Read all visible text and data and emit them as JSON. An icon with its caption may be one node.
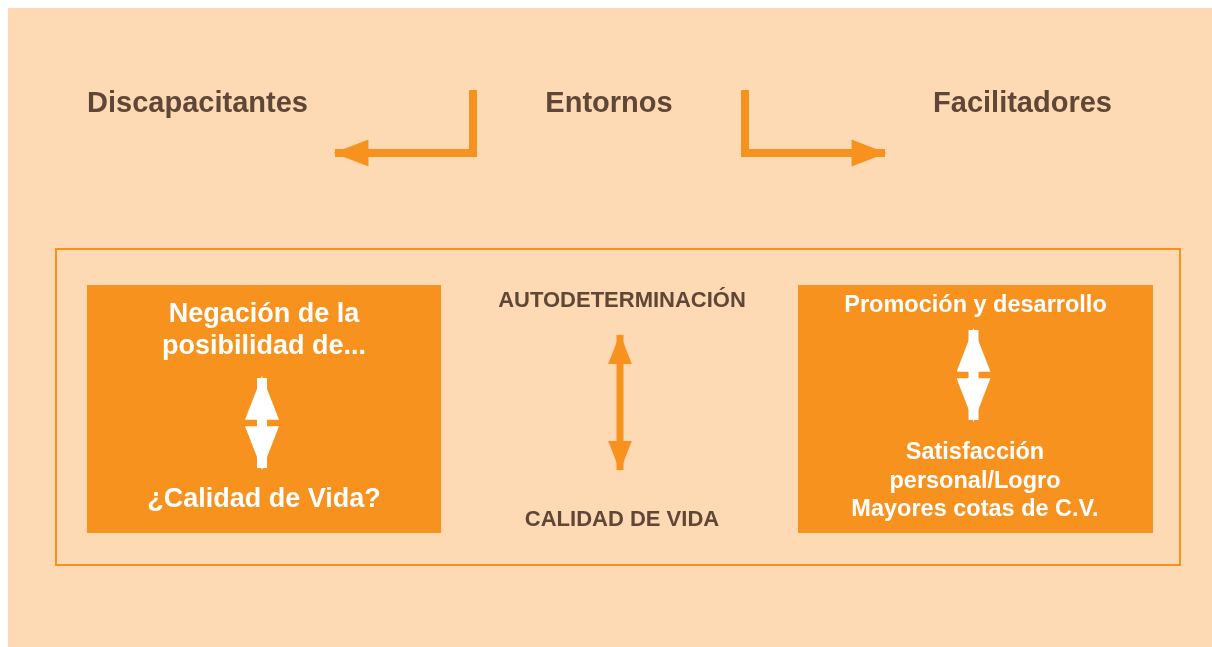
{
  "diagram": {
    "nodes": [
      {
        "text": [
          "Discapacitantes"
        ]
      },
      {
        "text": [
          "Entornos"
        ]
      },
      {
        "text": [
          "Facilitadores"
        ]
      },
      {
        "text": [],
        "shape": "box"
      },
      {
        "text": [],
        "shape": "box",
        "in": 3
      },
      {
        "text": [
          "Negación de la posibilidad de..."
        ],
        "in": 4
      },
      {
        "text": [
          "¿Calidad de Vida?"
        ],
        "in": 4
      },
      {
        "text": [
          "AUTODETERMINACIÓN"
        ],
        "in": 3
      },
      {
        "text": [
          "CALIDAD DE VIDA"
        ],
        "in": 3
      },
      {
        "text": [],
        "shape": "box",
        "in": 3
      },
      {
        "text": [
          "Promoción y desarrollo"
        ],
        "in": 9
      },
      {
        "text": [
          "Satisfacción personal/Logro",
          "Mayores cotas de C.V."
        ],
        "in": 9
      }
    ],
    "edges": [
      {
        "from": 1,
        "to": 0,
        "arrow": "to"
      },
      {
        "from": 1,
        "to": 2,
        "arrow": "to"
      },
      {
        "from": 5,
        "to": 6,
        "arrow": "both",
        "color": "#ffffff"
      },
      {
        "from": 7,
        "to": 8,
        "arrow": "both"
      },
      {
        "from": 10,
        "to": 11,
        "arrow": "both",
        "color": "#ffffff"
      }
    ]
  }
}
